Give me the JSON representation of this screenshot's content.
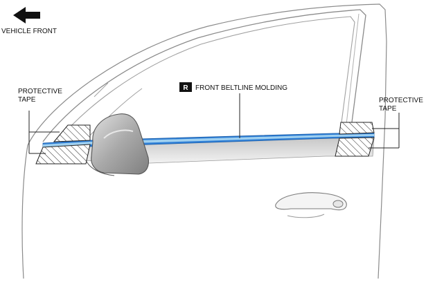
{
  "direction_label": "VEHICLE FRONT",
  "callout_left": {
    "line1": "PROTECTIVE",
    "line2": "TAPE"
  },
  "callout_right": {
    "line1": "PROTECTIVE",
    "line2": "TAPE"
  },
  "part_label": {
    "badge": "R",
    "text": "FRONT BELTLINE MOLDING"
  },
  "colors": {
    "molding_blue": "#2f7fd6",
    "molding_light": "#9fd0f0",
    "outline": "#8a8a8a",
    "panel_shade": "#d9d9d9",
    "mirror": "#b8b8b8",
    "badge_bg": "#111111",
    "badge_text": "#ffffff"
  },
  "icons": {
    "arrow": "arrow-left-icon",
    "mirror": "side-mirror-icon",
    "handle": "door-handle-icon"
  }
}
